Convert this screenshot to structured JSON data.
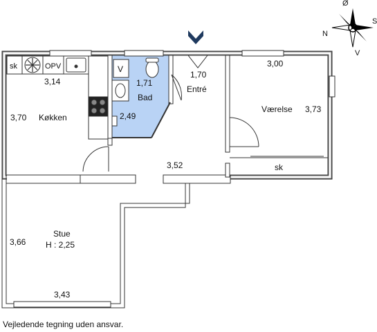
{
  "compass": {
    "n": "N",
    "s": "S",
    "o": "Ø",
    "v": "V",
    "accent": "#000000"
  },
  "entrance_marker_color": "#1f3a5f",
  "bathroom_fill": "#b9d3f5",
  "rooms": {
    "kitchen": {
      "name": "Køkken",
      "dim_width": "3,14",
      "dim_length": "3,70",
      "fixtures": {
        "sk": "sk",
        "opv": "OPV"
      }
    },
    "bathroom": {
      "name": "Bad",
      "dim_a": "1,71",
      "dim_b": "2,49",
      "fixture_v": "V"
    },
    "entry": {
      "name": "Entré",
      "dim": "1,70"
    },
    "hall": {
      "dim": "3,52"
    },
    "bedroom": {
      "name": "Værelse",
      "dim_width": "3,00",
      "dim_length": "3,73",
      "closet": "sk"
    },
    "living": {
      "name": "Stue",
      "height": "H : 2,25",
      "dim_length": "3,66",
      "dim_width": "3,43"
    }
  },
  "disclaimer": "Vejledende tegning uden ansvar."
}
